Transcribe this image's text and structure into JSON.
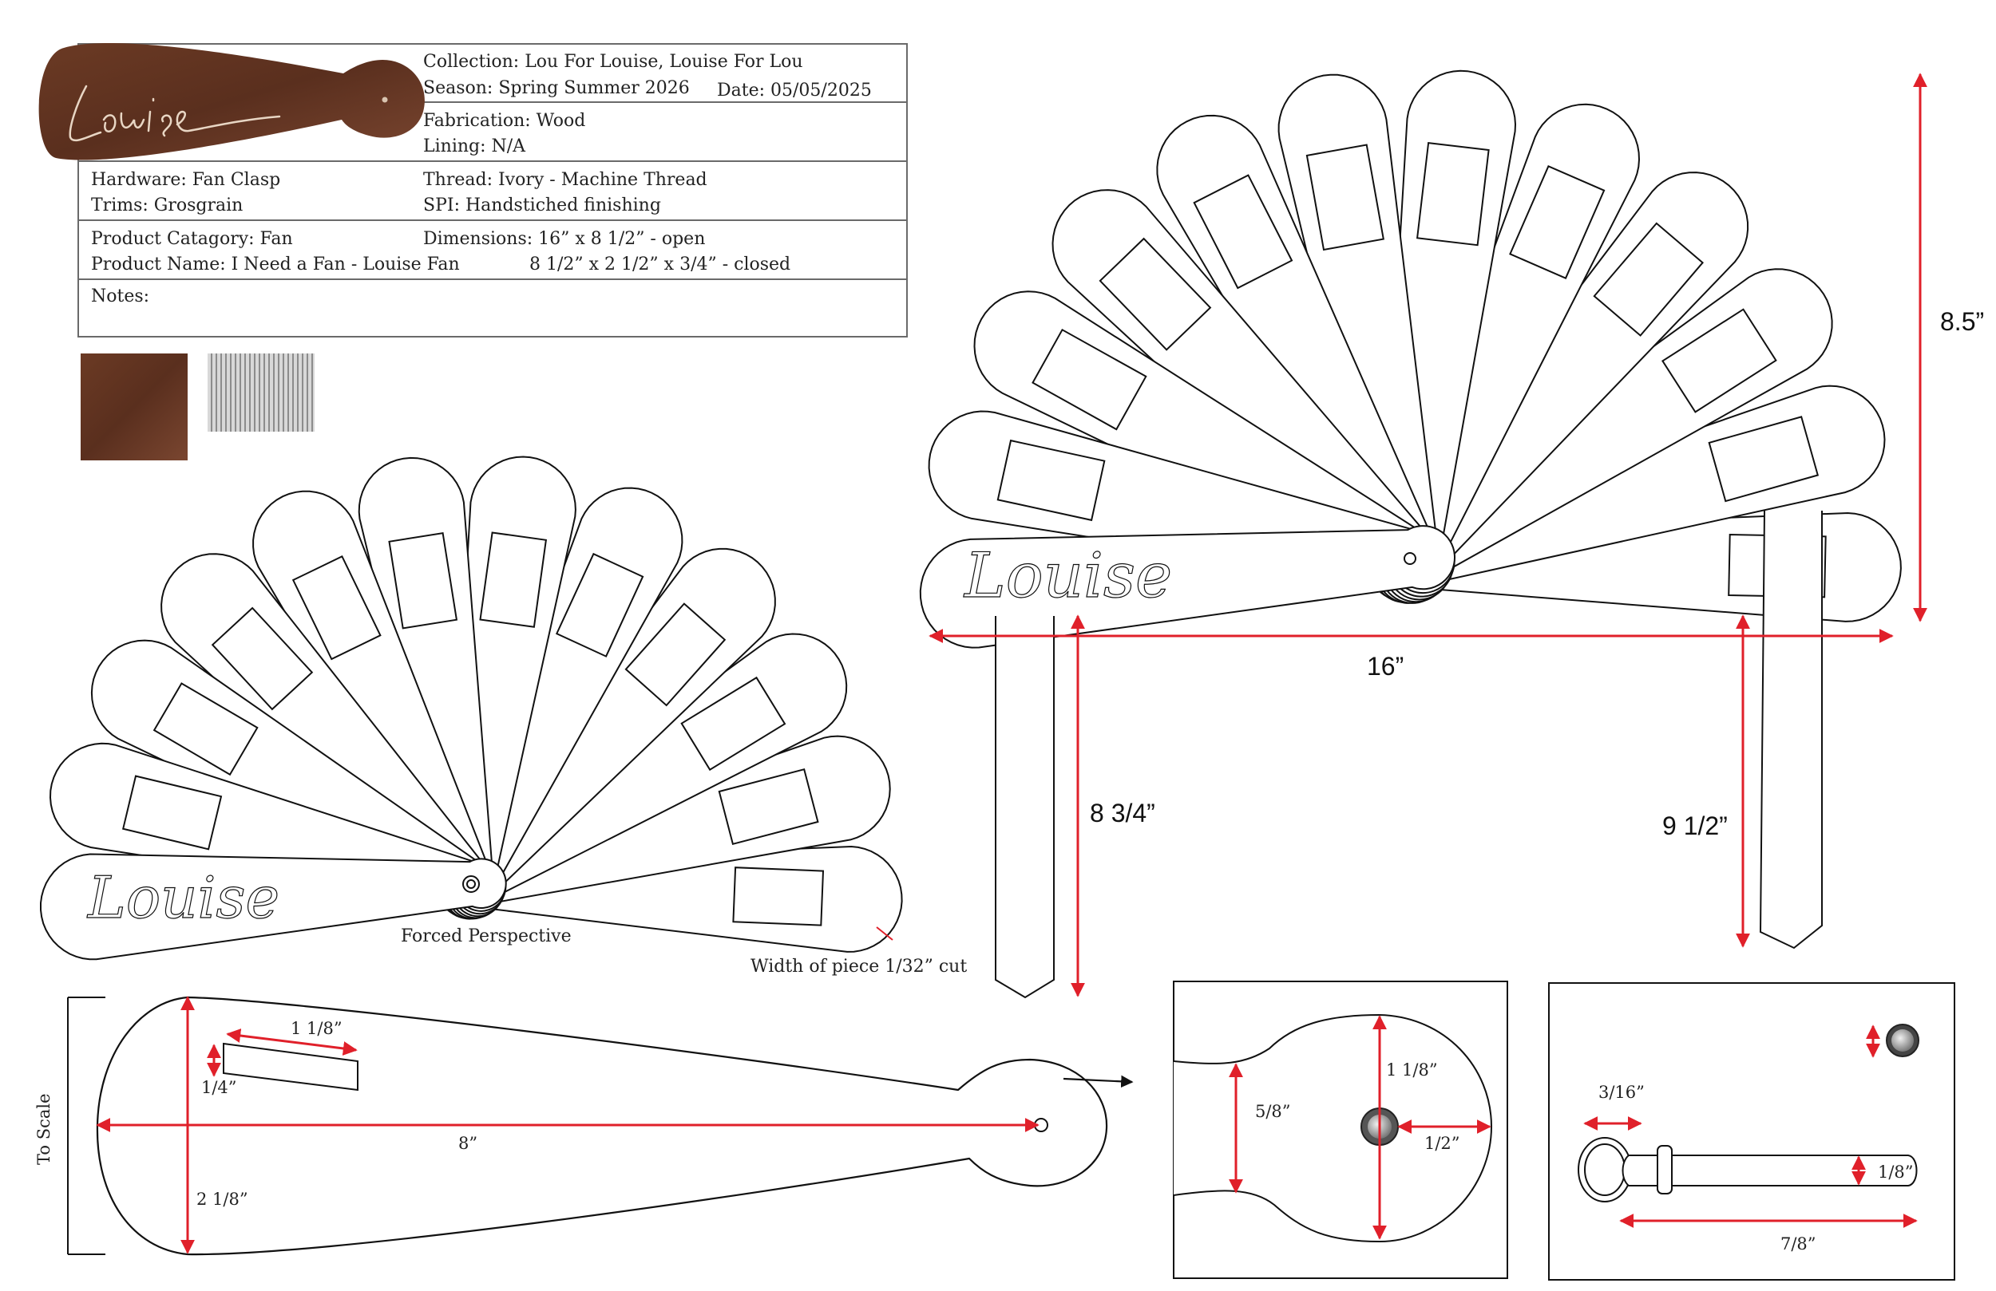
{
  "spec": {
    "collection": "Collection: Lou For Louise, Louise For Lou",
    "season": "Season: Spring Summer 2026",
    "date": "Date: 05/05/2025",
    "fabrication": "Fabrication: Wood",
    "lining": "Lining: N/A",
    "hardware": "Hardware: Fan Clasp",
    "trims": "Trims: Grosgrain",
    "thread": "Thread: Ivory - Machine Thread",
    "spi": "SPI: Handstiched finishing",
    "category": "Product Catagory: Fan",
    "product_name": "Product Name: I Need a Fan - Louise Fan",
    "dimensions_open": "Dimensions: 16” x 8 1/2” - open",
    "dimensions_closed": "8 1/2” x 2 1/2” x 3/4” - closed",
    "notes": "Notes:"
  },
  "logo_script": "Louise",
  "colors": {
    "wood": "#5e3220",
    "wood_light": "#7a4630",
    "measure": "#e0202a",
    "line": "#1a1a1a"
  },
  "perspective": {
    "caption": "Forced Perspective",
    "width_note": "Width of piece 1/32” cut",
    "script": "Louise"
  },
  "open_fan": {
    "width": "16”",
    "height": "8.5”",
    "ribbon_left": "8 3/4”",
    "ribbon_right": "9 1/2”",
    "script": "Louise"
  },
  "blade": {
    "side_label": "To Scale",
    "slot_length": "1 1/8”",
    "slot_height": "1/4”",
    "length": "8”",
    "width": "2 1/8”"
  },
  "detail_head": {
    "neck": "5/8”",
    "diameter": "1 1/8”",
    "hole_offset": "1/2”"
  },
  "detail_clasp": {
    "ring": "3/16”",
    "strap_height": "1/8”",
    "strap_length": "7/8”"
  }
}
